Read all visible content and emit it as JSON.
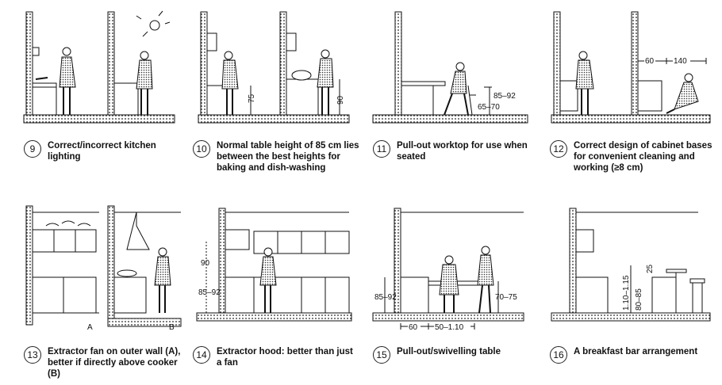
{
  "panels": [
    {
      "num": "9",
      "caption": "Correct/incorrect kitchen lighting"
    },
    {
      "num": "10",
      "caption": "Normal table height of 85 cm lies between the best heights for baking and dish-washing"
    },
    {
      "num": "11",
      "caption": "Pull-out worktop for use when seated"
    },
    {
      "num": "12",
      "caption": "Correct design of cabinet bases for convenient cleaning and working (≥8 cm)"
    },
    {
      "num": "13",
      "caption": "Extractor fan on outer wall (A), better if directly above cooker (B)"
    },
    {
      "num": "14",
      "caption": "Extractor hood: better than just a fan"
    },
    {
      "num": "15",
      "caption": "Pull-out/swivelling table"
    },
    {
      "num": "16",
      "caption": "A breakfast bar arrangement"
    }
  ],
  "dims": {
    "p10_a": "75",
    "p10_b": "90",
    "p11_a": "85–92",
    "p11_b": "65–70",
    "p12_a": "60",
    "p12_b": "140",
    "p13_a": "A",
    "p13_b": "B",
    "p14_a": "90",
    "p14_b": "85–92",
    "p15_a": "85–92",
    "p15_b": "70–75",
    "p15_c": "60",
    "p15_d": "50–1.10",
    "p16_a": "1.10–1.15",
    "p16_b": "80–85",
    "p16_c": "25"
  }
}
